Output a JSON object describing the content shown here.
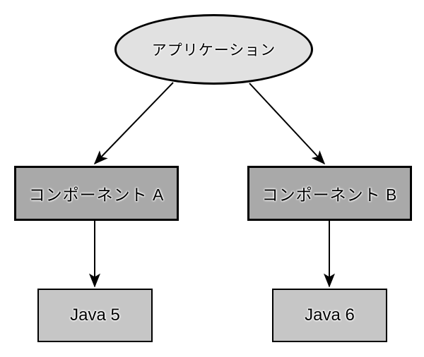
{
  "diagram": {
    "background": "#ffffff",
    "stroke_color": "#000000",
    "nodes": {
      "application": {
        "label": "アプリケーション",
        "shape": "ellipse",
        "fill": "#e1e1e1"
      },
      "component_a": {
        "label": "コンポーネント A",
        "shape": "rectangle",
        "fill": "#a9a9a9"
      },
      "component_b": {
        "label": "コンポーネント B",
        "shape": "rectangle",
        "fill": "#a9a9a9"
      },
      "java_5": {
        "label": "Java 5",
        "shape": "rectangle",
        "fill": "#c6c6c6"
      },
      "java_6": {
        "label": "Java 6",
        "shape": "rectangle",
        "fill": "#c6c6c6"
      }
    },
    "edges": [
      {
        "from": "application",
        "to": "component_a",
        "style": "arrow"
      },
      {
        "from": "application",
        "to": "component_b",
        "style": "arrow"
      },
      {
        "from": "component_a",
        "to": "java_5",
        "style": "arrow"
      },
      {
        "from": "component_b",
        "to": "java_6",
        "style": "arrow"
      }
    ]
  }
}
